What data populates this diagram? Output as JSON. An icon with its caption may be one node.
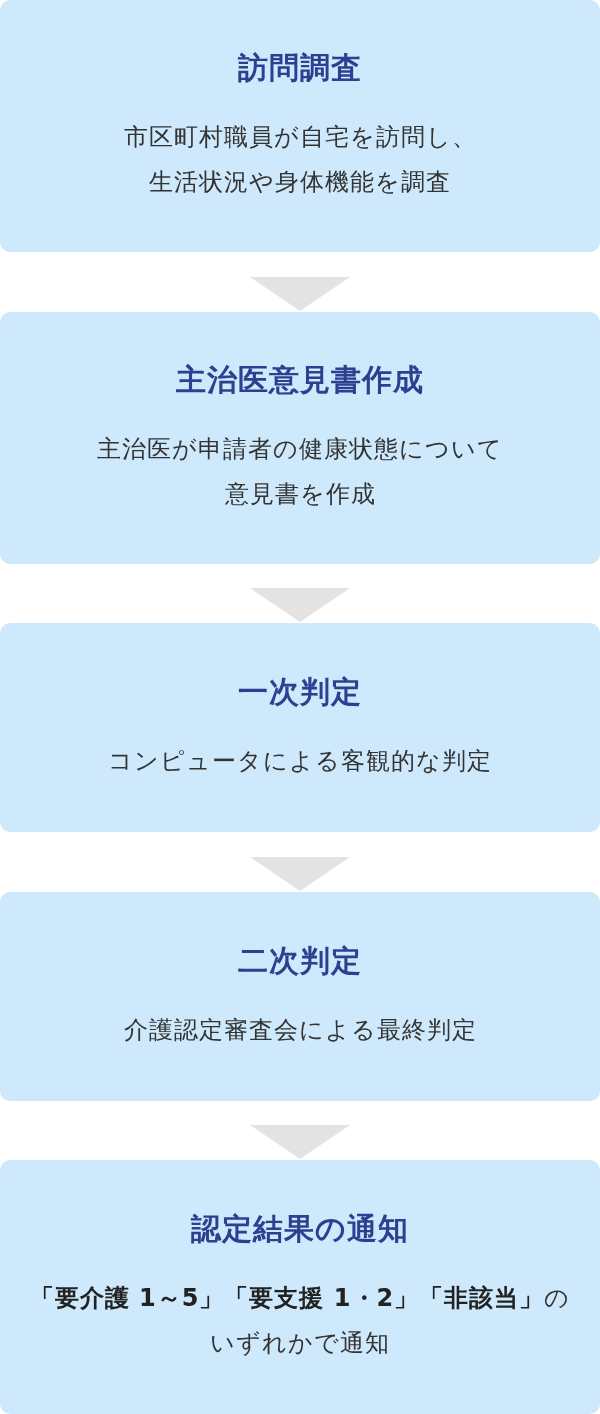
{
  "diagram": {
    "nodes": [
      {
        "text": [
          "訪問調査",
          "市区町村職員が自宅を訪問し、生活状況や身体機能を調査"
        ]
      },
      {
        "text": [
          "主治医意見書作成",
          "主治医が申請者の健康状態について意見書を作成"
        ]
      },
      {
        "text": [
          "一次判定",
          "コンピュータによる客観的な判定"
        ]
      },
      {
        "text": [
          "二次判定",
          "介護認定審査会による最終判定"
        ]
      },
      {
        "text": [
          "認定結果の通知",
          "**「要介護 1～5」「要支援 1・2」「非該当」**のいずれかで通知"
        ]
      }
    ],
    "edges": [
      {
        "from": 0,
        "to": 1,
        "arrow": "to"
      },
      {
        "from": 1,
        "to": 2,
        "arrow": "to"
      },
      {
        "from": 2,
        "to": 3,
        "arrow": "to"
      },
      {
        "from": 3,
        "to": 4,
        "arrow": "to"
      }
    ]
  }
}
